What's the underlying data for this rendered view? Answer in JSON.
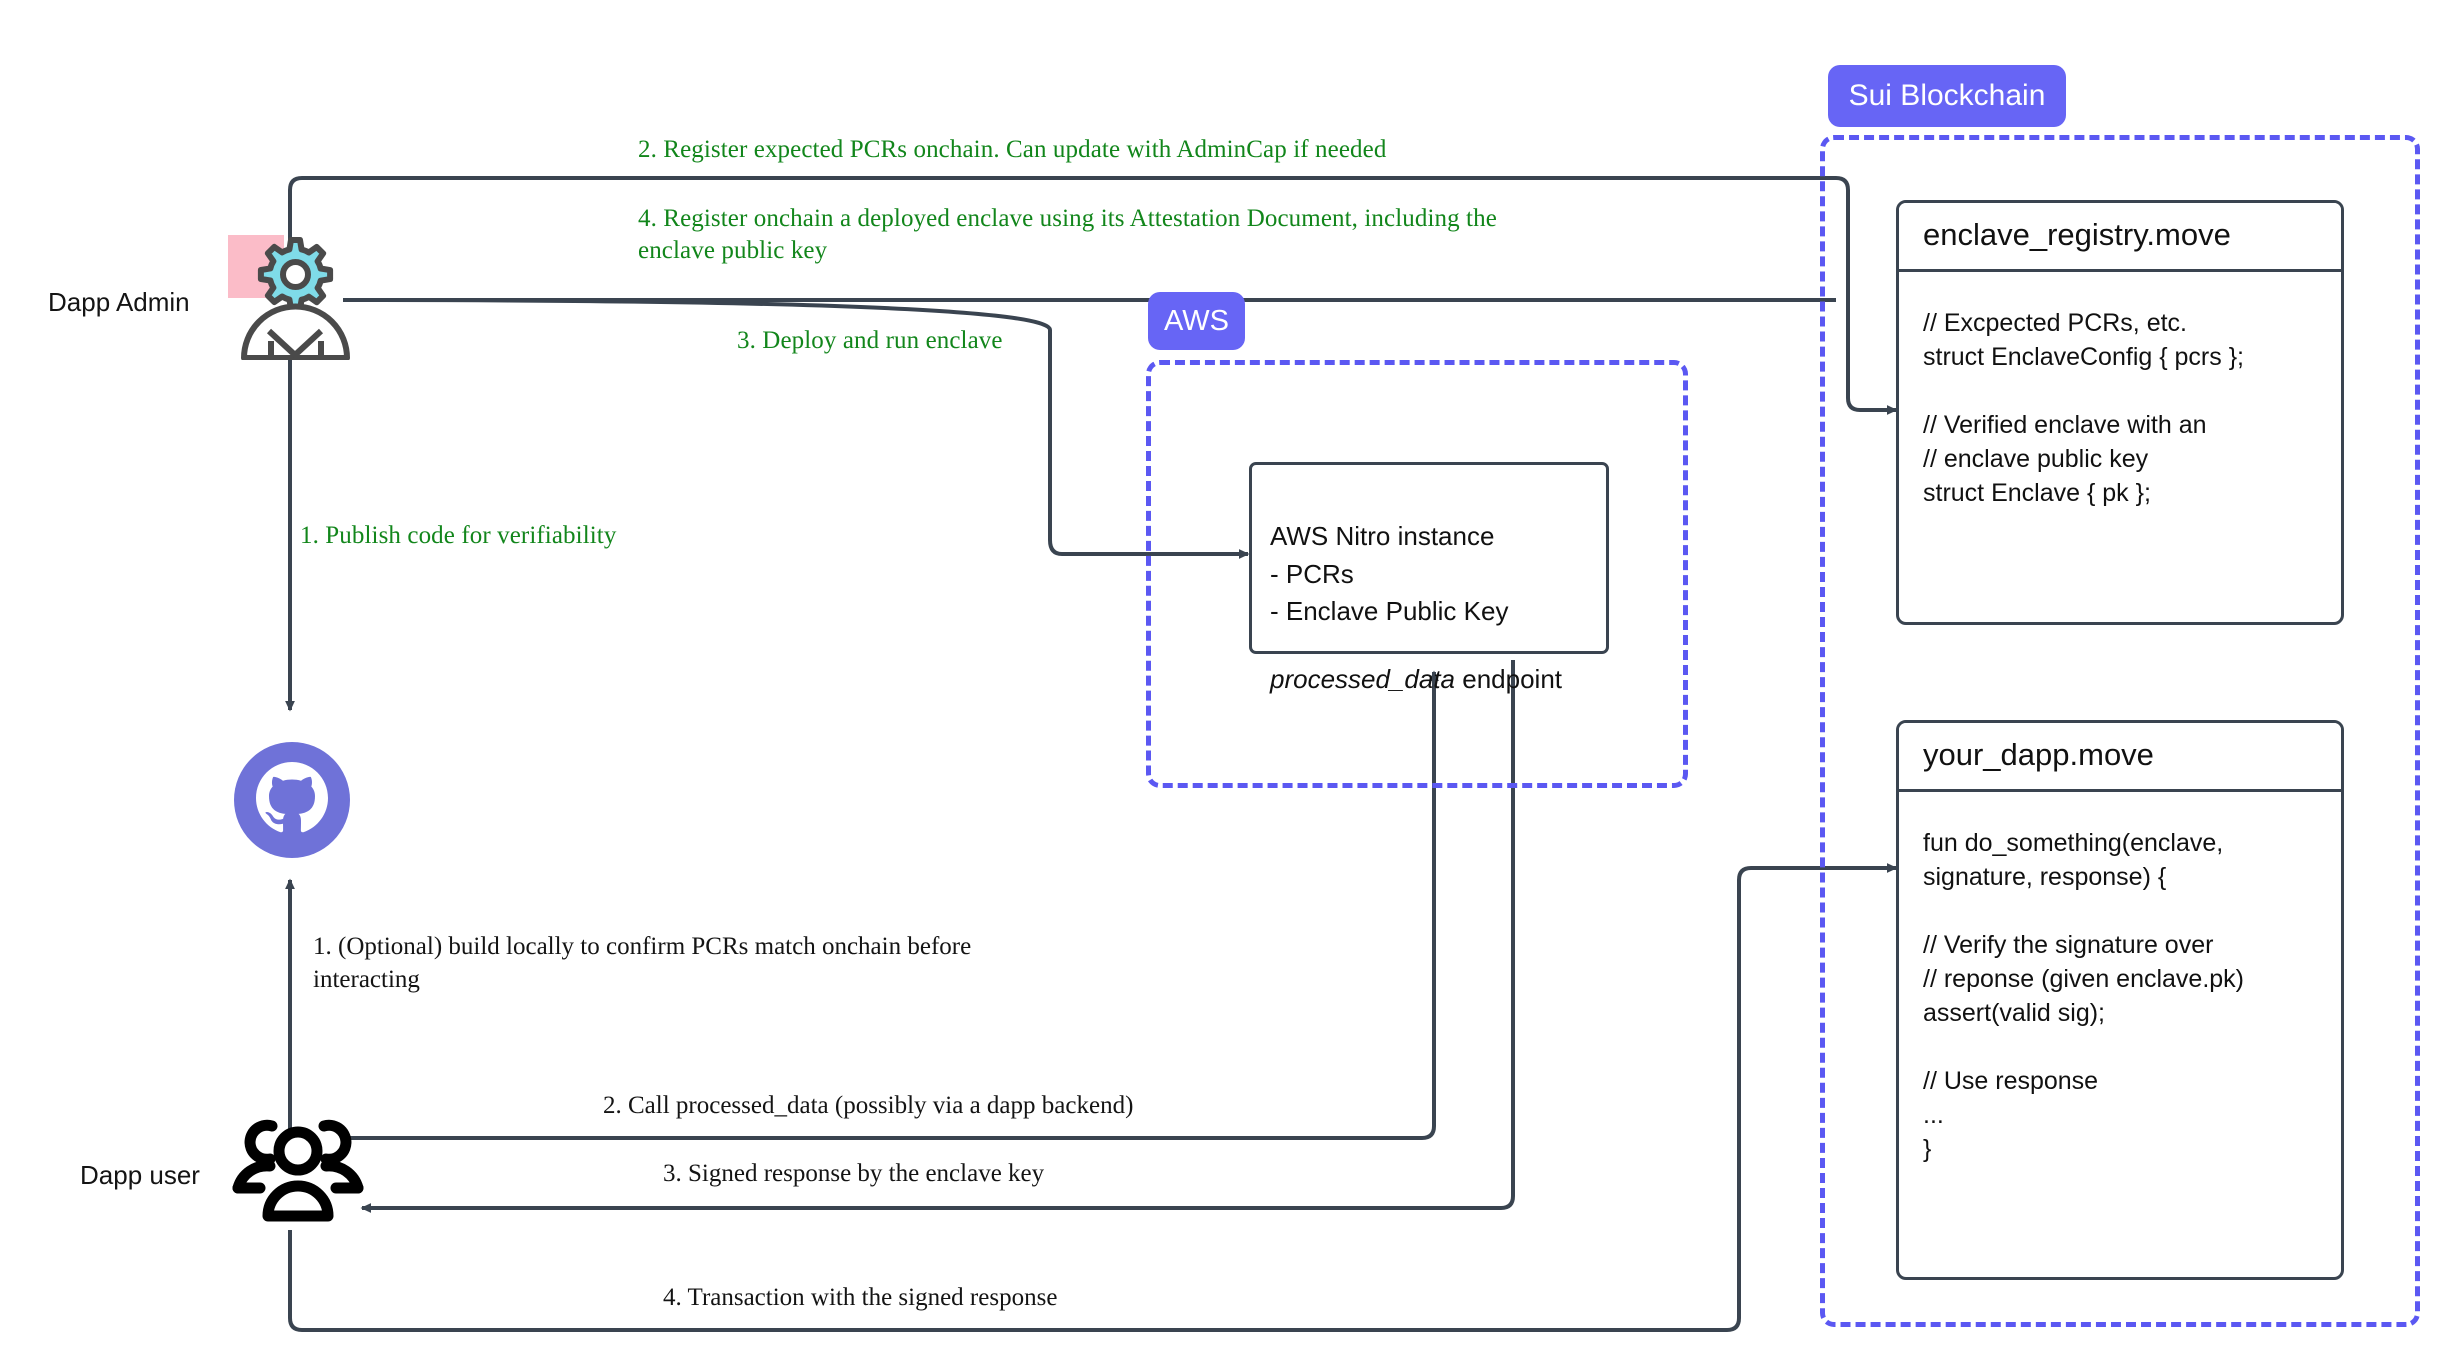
{
  "diagram": {
    "title": "Nitro Enclave attestation flow on Sui",
    "colors": {
      "accent_purple": "#6765f5",
      "zone_dash": "#5b58f2",
      "green_label": "#12861b",
      "stroke_dark": "#3a4450",
      "github_purple": "#6f72d8",
      "gear_cyan": "#7fdbe8",
      "pink_block": "#fbbcc8"
    }
  },
  "actors": {
    "admin": {
      "label": "Dapp Admin",
      "icon": "admin-gear-person-icon"
    },
    "user": {
      "label": "Dapp user",
      "icon": "people-group-icon"
    },
    "github": {
      "icon": "github-icon"
    }
  },
  "zones": [
    {
      "id": "aws",
      "chip_label": "AWS"
    },
    {
      "id": "sui",
      "chip_label": "Sui Blockchain"
    }
  ],
  "aws": {
    "chip_label": "AWS",
    "nitro_box": {
      "lines": "AWS Nitro instance\n- PCRs\n- Enclave Public Key",
      "endpoint_italic": "processed_data",
      "endpoint_rest": " endpoint"
    }
  },
  "sui": {
    "chip_label": "Sui Blockchain",
    "cards": [
      {
        "title": "enclave_registry.move",
        "body": "// Excpected PCRs, etc.\nstruct EnclaveConfig { pcrs };\n\n// Verified enclave with an\n// enclave public key\nstruct Enclave { pk };"
      },
      {
        "title": "your_dapp.move",
        "body": "fun do_something(enclave,\nsignature, response) {\n\n  // Verify the signature over\n  // reponse (given enclave.pk)\n  assert(valid sig);\n\n  // Use response\n  ...\n}"
      }
    ]
  },
  "flow_labels": {
    "admin_register_pcrs": "2. Register expected PCRs onchain. Can update with AdminCap if needed",
    "admin_register_enclave": "4. Register onchain a deployed enclave using its Attestation Document, including the\nenclave public key",
    "admin_deploy": "3. Deploy and run enclave",
    "admin_publish": "1. Publish code for verifiability",
    "user_build_locally": "1. (Optional) build locally to confirm PCRs match onchain before\ninteracting",
    "user_call": "2. Call processed_data (possibly via a dapp backend)",
    "user_signed_response": "3. Signed response by the enclave key",
    "user_transaction": "4. Transaction with the signed response"
  }
}
